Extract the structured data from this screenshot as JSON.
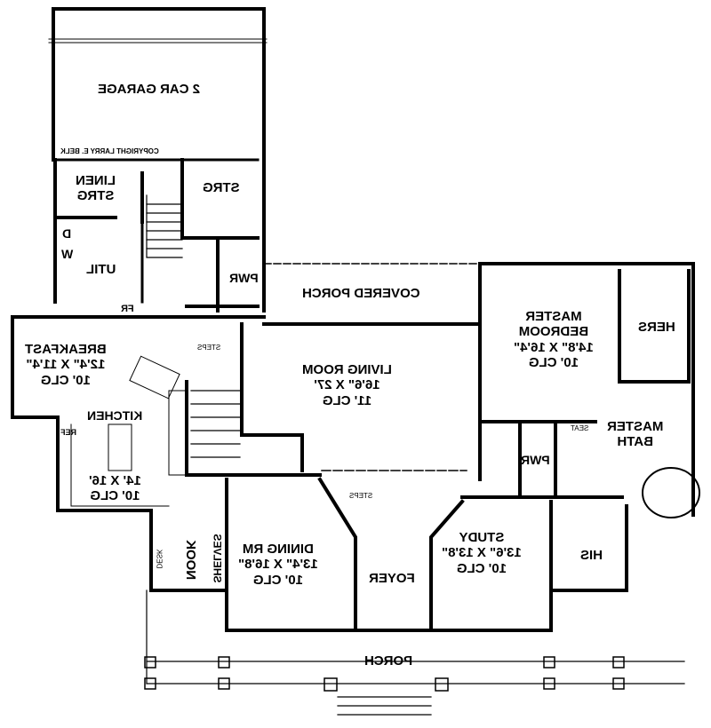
{
  "copyright": "COPYRIGHT LARRY E. BELK",
  "rooms": {
    "garage": {
      "name": "2 CAR GARAGE"
    },
    "linen": {
      "name": "LINEN",
      "name2": "STRG"
    },
    "storage": {
      "name": "STRG"
    },
    "utility": {
      "name": "UTIL",
      "dryer": "D",
      "washer": "W",
      "freezer": "FR"
    },
    "powder_upper": {
      "name": "PWR"
    },
    "covered_porch": {
      "name": "COVERED PORCH"
    },
    "breakfast": {
      "name": "BREAKFAST",
      "size": "12'4\" X 11'4\"",
      "ceiling": "10' CLG"
    },
    "kitchen": {
      "name": "KITCHEN",
      "size": "14' X 16'",
      "ceiling": "10' CLG",
      "fridge": "REF"
    },
    "living": {
      "name": "LIVING ROOM",
      "size": "16'6\" X 27'",
      "ceiling": "11' CLG"
    },
    "master_bedroom": {
      "name": "MASTER",
      "name2": "BEDROOM",
      "size": "14'8\" X 16'4\"",
      "ceiling": "10' CLG"
    },
    "hers": {
      "name": "HERS"
    },
    "master_bath": {
      "name": "MASTER",
      "name2": "BATH",
      "seat": "SEAT"
    },
    "powder_lower": {
      "name": "PWR"
    },
    "dining": {
      "name": "DINING RM",
      "size": "13'4\" X 16'8\"",
      "ceiling": "10' CLG"
    },
    "foyer": {
      "name": "FOYER"
    },
    "study": {
      "name": "STUDY",
      "size": "13'6\" X 13'8\"",
      "ceiling": "10' CLG"
    },
    "his": {
      "name": "HIS"
    },
    "nook": {
      "name": "NOOK",
      "desk": "DESK"
    },
    "shelves": {
      "name": "SHELVES"
    },
    "porch": {
      "name": "PORCH"
    }
  },
  "annotations": {
    "steps_upper": "STEPS",
    "steps_lower": "STEPS"
  }
}
